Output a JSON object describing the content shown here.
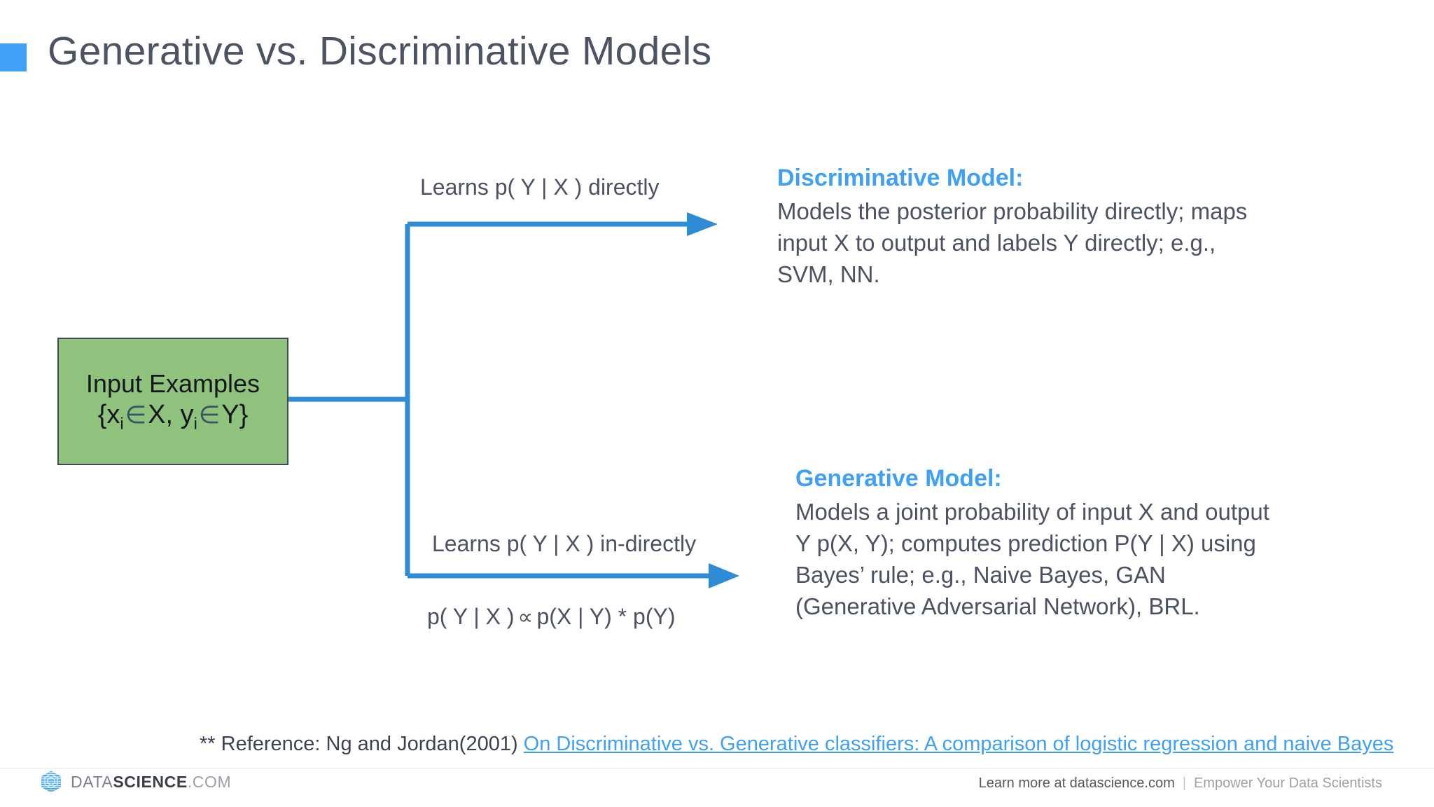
{
  "slide": {
    "title": "Generative vs. Discriminative Models",
    "accent_color": "#3FA0F5",
    "title_color": "#4C5463",
    "background": "#ffffff"
  },
  "input_node": {
    "label_line1": "Input Examples",
    "set_open": "{x",
    "set_sub1": "i",
    "member_1": "∈",
    "set_x": "X, y",
    "set_sub2": "i",
    "member_2": "∈",
    "set_close": "Y}",
    "fill_color": "#8FC37D",
    "border_color": "#3D4A53"
  },
  "branches": [
    {
      "name": "discriminative",
      "label": "Learns p( Y | X ) directly",
      "heading": "Discriminative Model:",
      "body": "Models the posterior probability directly; maps input X to output and labels Y directly; e.g., SVM, NN.",
      "heading_color": "#3FA0F5"
    },
    {
      "name": "generative",
      "label": "Learns p( Y | X ) in-directly",
      "formula_lhs": "p( Y | X )",
      "formula_op": "∝",
      "formula_rhs": "p(X | Y) * p(Y)",
      "heading": "Generative Model:",
      "body": "Models a joint probability of input X and output Y p(X, Y); computes prediction P(Y | X) using Bayes’ rule; e.g., Naive Bayes, GAN (Generative Adversarial Network), BRL.",
      "heading_color": "#3FA0F5"
    }
  ],
  "connector": {
    "color": "#2E8BD6",
    "stroke_width": 7
  },
  "reference": {
    "prefix": "** Reference: Ng and Jordan(2001) ",
    "link_text": "On Discriminative vs. Generative classifiers: A comparison of logistic regression and naive Bayes",
    "link_color": "#3FA0F5"
  },
  "footer": {
    "logo_icon": "hex-stack-logo-icon",
    "logo_data": "DATA",
    "logo_science": "SCIENCE",
    "logo_com": ".COM",
    "learn_more": "Learn more at datascience.com",
    "divider": "|",
    "tagline": "Empower Your Data Scientists"
  }
}
